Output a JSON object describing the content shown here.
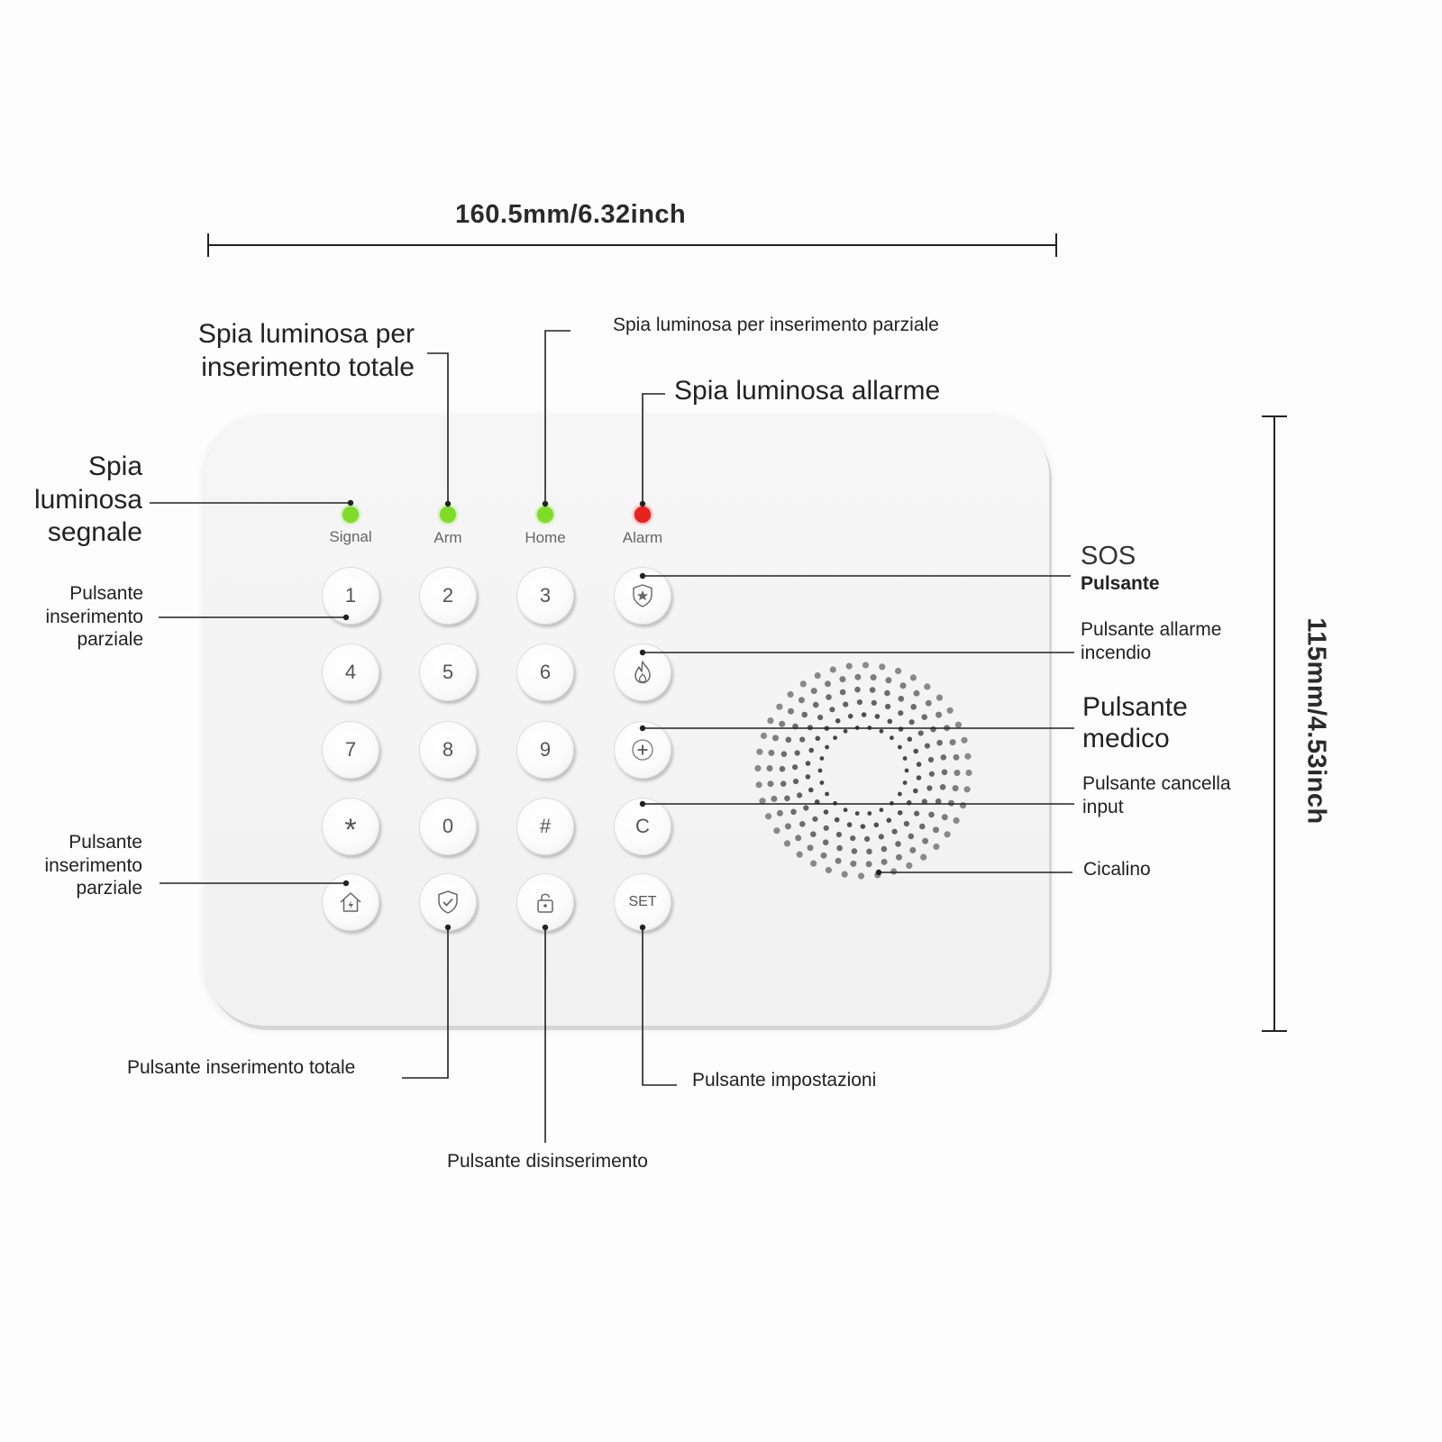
{
  "dimensions": {
    "width_label": "160.5mm/6.32inch",
    "height_label": "115mm/4.53inch"
  },
  "colors": {
    "led_green": "#7fdc2a",
    "led_red": "#e8221f",
    "device_body": "#f3f3f3"
  },
  "leds": [
    {
      "label": "Signal",
      "color": "#7fdc2a"
    },
    {
      "label": "Arm",
      "color": "#7fdc2a"
    },
    {
      "label": "Home",
      "color": "#7fdc2a"
    },
    {
      "label": "Alarm",
      "color": "#e8221f"
    }
  ],
  "keys": {
    "k1": "1",
    "k2": "2",
    "k3": "3",
    "k4": "4",
    "k5": "5",
    "k6": "6",
    "k7": "7",
    "k8": "8",
    "k9": "9",
    "kstar": "*",
    "k0": "0",
    "khash": "#",
    "kc": "C",
    "kset": "SET",
    "icons": {
      "sos": "star-shield-icon",
      "fire": "flame-icon",
      "medical": "plus-circle-icon",
      "home_arm": "home-icon",
      "arm": "shield-check-icon",
      "disarm": "unlock-icon"
    }
  },
  "callouts": {
    "signal_led": {
      "line1": "Spia",
      "line2": "luminosa",
      "line3": "segnale"
    },
    "arm_led": {
      "line1": "Spia luminosa per",
      "line2": "inserimento totale"
    },
    "home_led": "Spia luminosa per inserimento parziale",
    "alarm_led": "Spia luminosa allarme",
    "sos": {
      "title": "SOS",
      "sub": "Pulsante"
    },
    "fire": {
      "line1": "Pulsante allarme",
      "line2": "incendio"
    },
    "medical": {
      "line1": "Pulsante",
      "line2": "medico"
    },
    "clear": {
      "line1": "Pulsante cancella",
      "line2": "input"
    },
    "buzzer": "Cicalino",
    "partial_top": {
      "line1": "Pulsante",
      "line2": "inserimento",
      "line3": "parziale"
    },
    "partial_bottom": {
      "line1": "Pulsante",
      "line2": "inserimento",
      "line3": "parziale"
    },
    "arm_total": "Pulsante inserimento totale",
    "disarm": "Pulsante disinserimento",
    "settings": "Pulsante impostazioni"
  }
}
